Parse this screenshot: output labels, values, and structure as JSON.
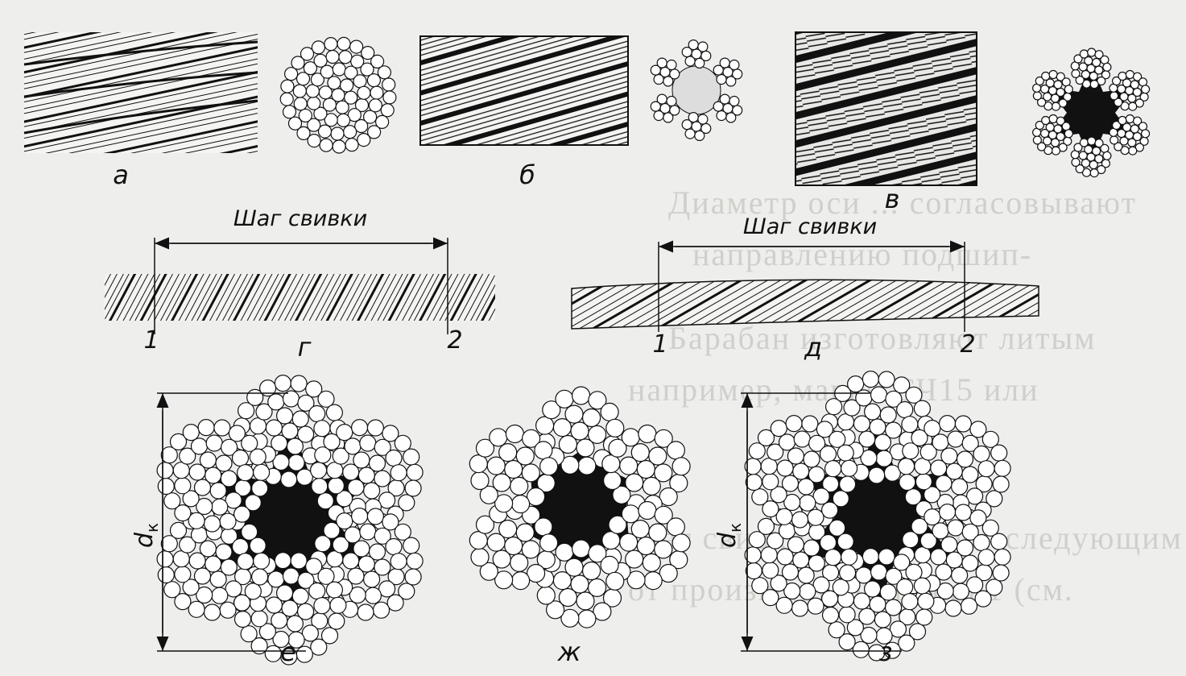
{
  "figure": {
    "panel_labels": {
      "a": "а",
      "b": "б",
      "v": "в",
      "g": "г",
      "d": "д",
      "e": "е",
      "zh": "ж",
      "z": "з"
    },
    "lay_pitch_label_g": "Шаг свивки",
    "lay_pitch_label_d": "Шаг свивки",
    "point_1_g": "1",
    "point_2_g": "2",
    "point_1_d": "1",
    "point_2_d": "2",
    "diameter_symbol": "d",
    "diameter_subscript": "к"
  },
  "background_text": [
    "Диаметр оси ... согласовывают",
    "направлению подшип-",
    "Барабан изготовляют литым",
    "например, марки СЧ15 или",
    "Шаг свивки определяют следующим",
    "от произвольной точки 1 (см."
  ],
  "colors": {
    "ink": "#111111",
    "paper": "#eeeeec",
    "bleed": "#cfcfcb"
  }
}
